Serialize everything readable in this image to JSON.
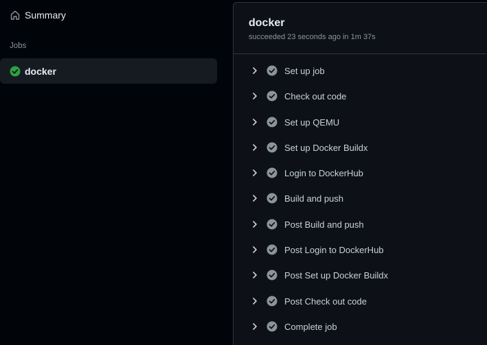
{
  "sidebar": {
    "summary_label": "Summary",
    "summary_icon": "home-icon",
    "jobs_heading": "Jobs",
    "jobs": [
      {
        "label": "docker",
        "status": "success",
        "status_color": "#2ea043"
      }
    ]
  },
  "job": {
    "title": "docker",
    "meta": "succeeded 23 seconds ago in 1m 37s"
  },
  "steps": [
    {
      "label": "Set up job"
    },
    {
      "label": "Check out code"
    },
    {
      "label": "Set up QEMU"
    },
    {
      "label": "Set up Docker Buildx"
    },
    {
      "label": "Login to DockerHub"
    },
    {
      "label": "Build and push"
    },
    {
      "label": "Post Build and push"
    },
    {
      "label": "Post Login to DockerHub"
    },
    {
      "label": "Post Set up Docker Buildx"
    },
    {
      "label": "Post Check out code"
    },
    {
      "label": "Complete job"
    }
  ],
  "colors": {
    "background": "#010409",
    "panel": "#0d1117",
    "border": "#30363d",
    "muted_text": "#8b949e",
    "step_check": "#8b949e",
    "success": "#2ea043"
  }
}
